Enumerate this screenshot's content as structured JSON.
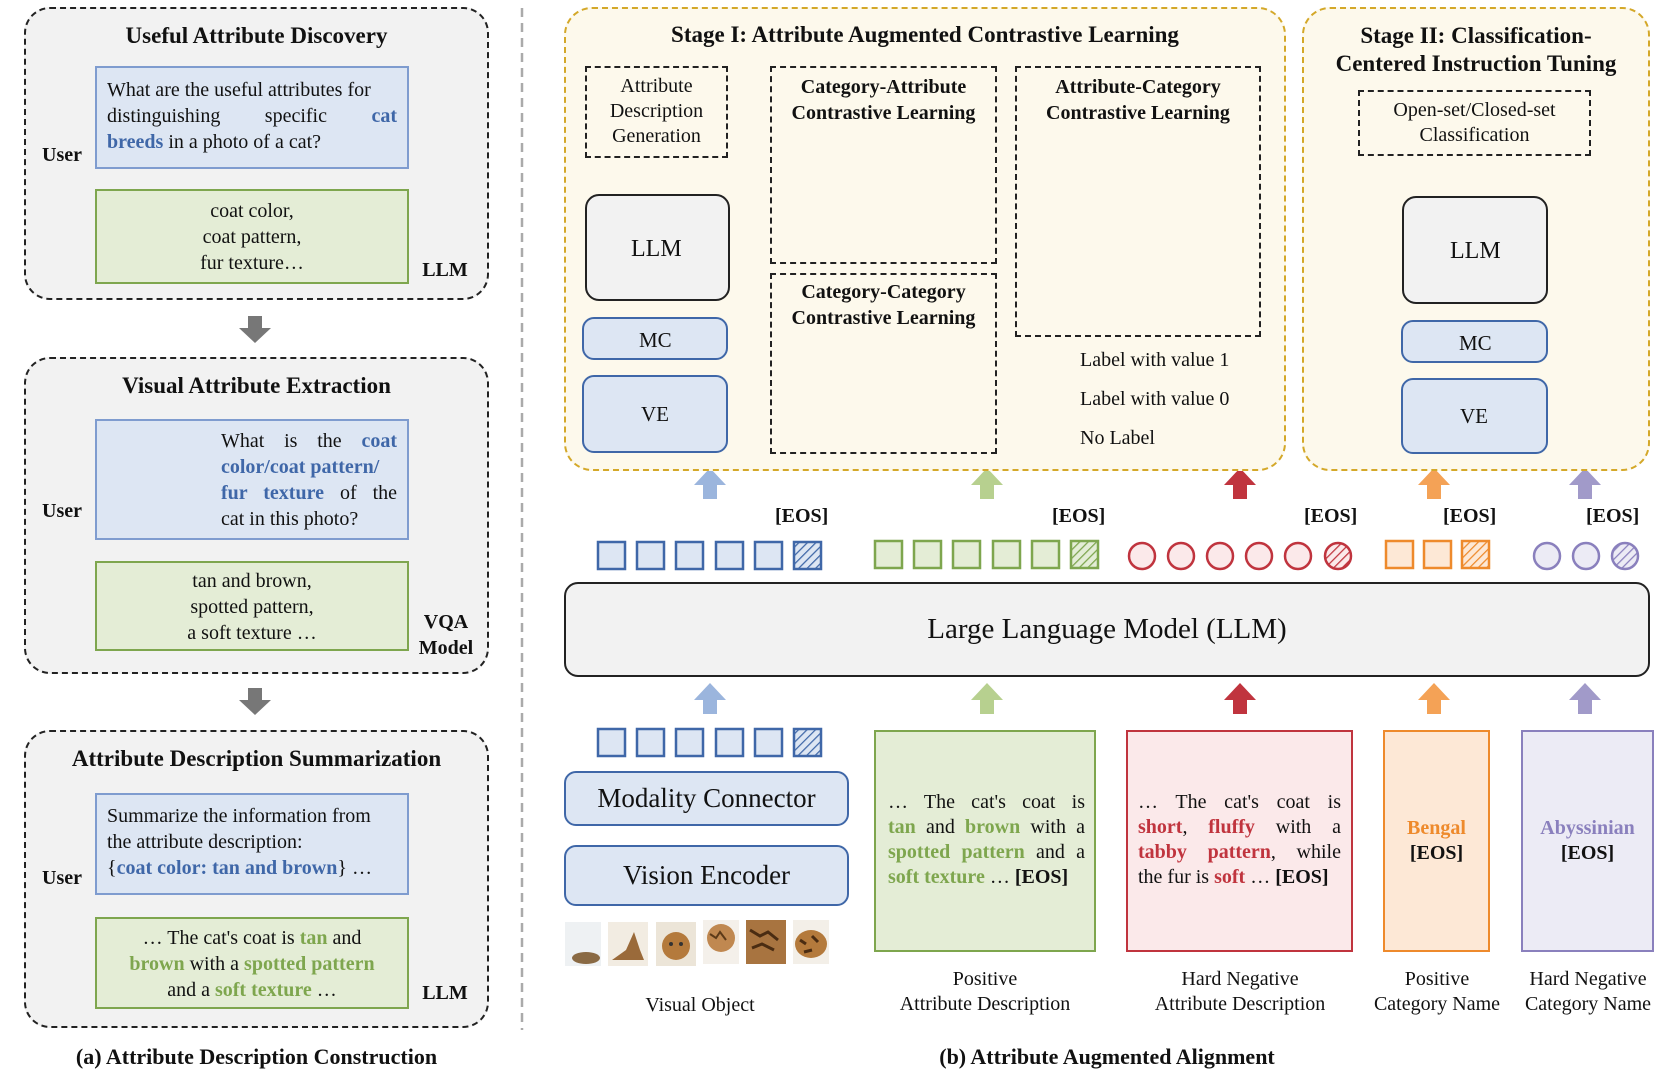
{
  "left": {
    "panel1": {
      "title": "Useful Attribute Discovery",
      "q_lines": [
        "What are the useful attributes for",
        "distinguishing specific",
        "cat",
        "breeds",
        "in a photo of a cat?"
      ],
      "answer": [
        "coat color,",
        "coat pattern,",
        "fur texture…"
      ],
      "user": "User",
      "agent": "LLM"
    },
    "panel2": {
      "title": "Visual Attribute Extraction",
      "q": [
        "What is the",
        "coat",
        "color/coat pattern/",
        "fur texture",
        "of the",
        "cat in this photo?"
      ],
      "answer": [
        "tan and brown,",
        "spotted pattern,",
        "a soft texture …"
      ],
      "user": "User",
      "agent": [
        "VQA",
        "Model"
      ]
    },
    "panel3": {
      "title": "Attribute Description Summarization",
      "q": [
        "Summarize the information from",
        "the attribute description:",
        "{",
        "coat color: tan and brown",
        "} …"
      ],
      "answer": [
        "… The cat's coat is",
        "tan",
        "and",
        "brown",
        "with a",
        "spotted pattern",
        "and a",
        "soft texture",
        "…"
      ],
      "user": "User",
      "agent": "LLM"
    },
    "caption": "(a) Attribute Description Construction"
  },
  "right": {
    "stage1": {
      "title": "Stage I: Attribute Augmented Contrastive Learning",
      "adg": [
        "Attribute",
        "Description",
        "Generation"
      ],
      "cat_attr": [
        "Category-Attribute",
        "Contrastive Learning"
      ],
      "attr_cat": [
        "Attribute-Category",
        "Contrastive Learning"
      ],
      "cat_cat": [
        "Category-Category",
        "Contrastive Learning"
      ],
      "llm": "LLM",
      "mc": "MC",
      "ve": "VE",
      "legend": [
        "Label with value 1",
        "Label with value 0",
        "No Label"
      ]
    },
    "stage2": {
      "title": [
        "Stage II: Classification-",
        "Centered Instruction Tuning"
      ],
      "cls": [
        "Open-set/Closed-set",
        "Classification"
      ],
      "llm": "LLM",
      "mc": "MC",
      "ve": "VE"
    },
    "eos": "[EOS]",
    "big_llm": "Large Language Model (LLM)",
    "modality_connector": "Modality Connector",
    "vision_encoder": "Vision Encoder",
    "pos_desc": {
      "parts": [
        "… The cat's coat is",
        "tan",
        "and",
        "brown",
        "with a",
        "spotted pattern",
        "and a",
        "soft texture",
        "…",
        "[EOS]"
      ]
    },
    "neg_desc": {
      "parts": [
        "… The cat's coat is",
        "short",
        ",",
        "fluffy",
        "with a",
        "tabby pattern",
        ", while",
        "the fur is",
        "soft",
        "…",
        "[EOS]"
      ]
    },
    "pos_name": "Bengal",
    "neg_name": "Abyssinian",
    "bottom_labels": [
      [
        "Visual Object"
      ],
      [
        "Positive",
        "Attribute Description"
      ],
      [
        "Hard Negative",
        "Attribute Description"
      ],
      [
        "Positive",
        "Category Name"
      ],
      [
        "Hard Negative",
        "Category Name"
      ]
    ],
    "caption": "(b) Attribute Augmented Alignment"
  },
  "colors": {
    "blue": "#3f67a8",
    "green": "#7ea64e",
    "red": "#c0343e",
    "orange": "#ee8a2c",
    "purple": "#8a80bd",
    "yellow_border": "#d4a829"
  }
}
